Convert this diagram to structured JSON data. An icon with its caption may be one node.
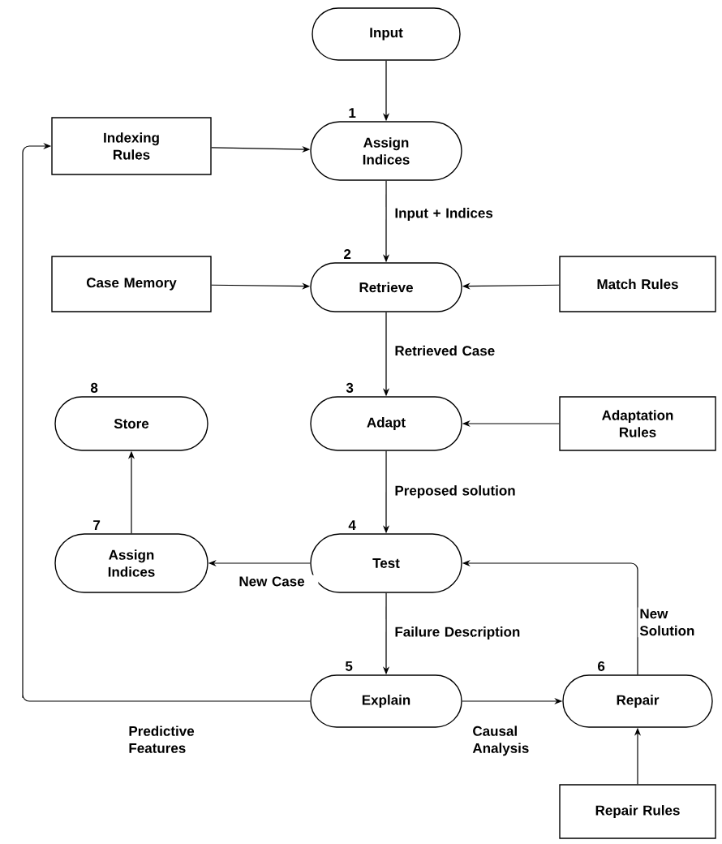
{
  "diagram": {
    "nodes": [
      {
        "text": [
          "Input"
        ]
      },
      {
        "text": [
          "Indexing Rules"
        ]
      },
      {
        "text": [
          "Assign Indices"
        ],
        "beside": [
          "1"
        ]
      },
      {
        "text": [
          "Case Memory"
        ]
      },
      {
        "text": [
          "Retrieve"
        ],
        "beside": [
          "2"
        ]
      },
      {
        "text": [
          "Match Rules"
        ]
      },
      {
        "text": [
          "Store"
        ],
        "beside": [
          "8"
        ]
      },
      {
        "text": [
          "Adapt"
        ],
        "beside": [
          "3"
        ]
      },
      {
        "text": [
          "Adaptation Rules"
        ]
      },
      {
        "text": [
          "Assign Indices"
        ],
        "beside": [
          "7"
        ]
      },
      {
        "text": [
          "Test"
        ],
        "beside": [
          "4"
        ]
      },
      {
        "text": [
          "Explain"
        ],
        "beside": [
          "5"
        ]
      },
      {
        "text": [
          "Repair"
        ],
        "beside": [
          "6"
        ]
      },
      {
        "text": [
          "Repair Rules"
        ]
      }
    ],
    "edges": [
      {
        "from": 0,
        "to": 2,
        "arrow": "to"
      },
      {
        "from": 1,
        "to": 2,
        "arrow": "to"
      },
      {
        "from": 2,
        "to": 4,
        "arrow": "to",
        "label": "Input + Indices"
      },
      {
        "from": 3,
        "to": 4,
        "arrow": "to"
      },
      {
        "from": 5,
        "to": 4,
        "arrow": "to"
      },
      {
        "from": 4,
        "to": 7,
        "arrow": "to",
        "label": "Retrieved Case"
      },
      {
        "from": 8,
        "to": 7,
        "arrow": "to"
      },
      {
        "from": 7,
        "to": 10,
        "arrow": "to",
        "label": "Preposed solution"
      },
      {
        "from": 10,
        "to": 9,
        "arrow": "to",
        "label": "New Case"
      },
      {
        "from": 9,
        "to": 6,
        "arrow": "to"
      },
      {
        "from": 10,
        "to": 11,
        "arrow": "to",
        "label": "Failure Description"
      },
      {
        "from": 11,
        "to": 12,
        "arrow": "to",
        "label": "Causal Analysis"
      },
      {
        "from": 12,
        "to": 10,
        "arrow": "to",
        "label": "New Solution"
      },
      {
        "from": 11,
        "to": 1,
        "arrow": "to",
        "label": "Predictive Features"
      },
      {
        "from": 13,
        "to": 12,
        "arrow": "to"
      }
    ]
  }
}
